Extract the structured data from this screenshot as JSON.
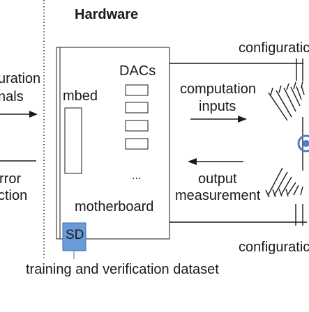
{
  "title": "Hardware",
  "left_labels": {
    "config_signals_line1": "uration",
    "config_signals_line2": "nals",
    "error_line1": "rror",
    "error_line2": "ction"
  },
  "board": {
    "dacs_label": "DACs",
    "mbed_label": "mbed",
    "ellipsis": "...",
    "motherboard_label": "motherboard",
    "sd_label": "SD"
  },
  "signals": {
    "computation_line1": "computation",
    "computation_line2": "inputs",
    "output_line1": "output",
    "output_line2": "measurement"
  },
  "right_labels": {
    "config_top": "configuratic",
    "config_bottom": "configuratic"
  },
  "footer": {
    "dataset_label": "training and verification dataset"
  },
  "colors": {
    "line": "#1a1a1a",
    "sd_fill": "#6a9bd6",
    "sd_text": "#1a1a1a",
    "device_accent": "#4a7fc9"
  }
}
